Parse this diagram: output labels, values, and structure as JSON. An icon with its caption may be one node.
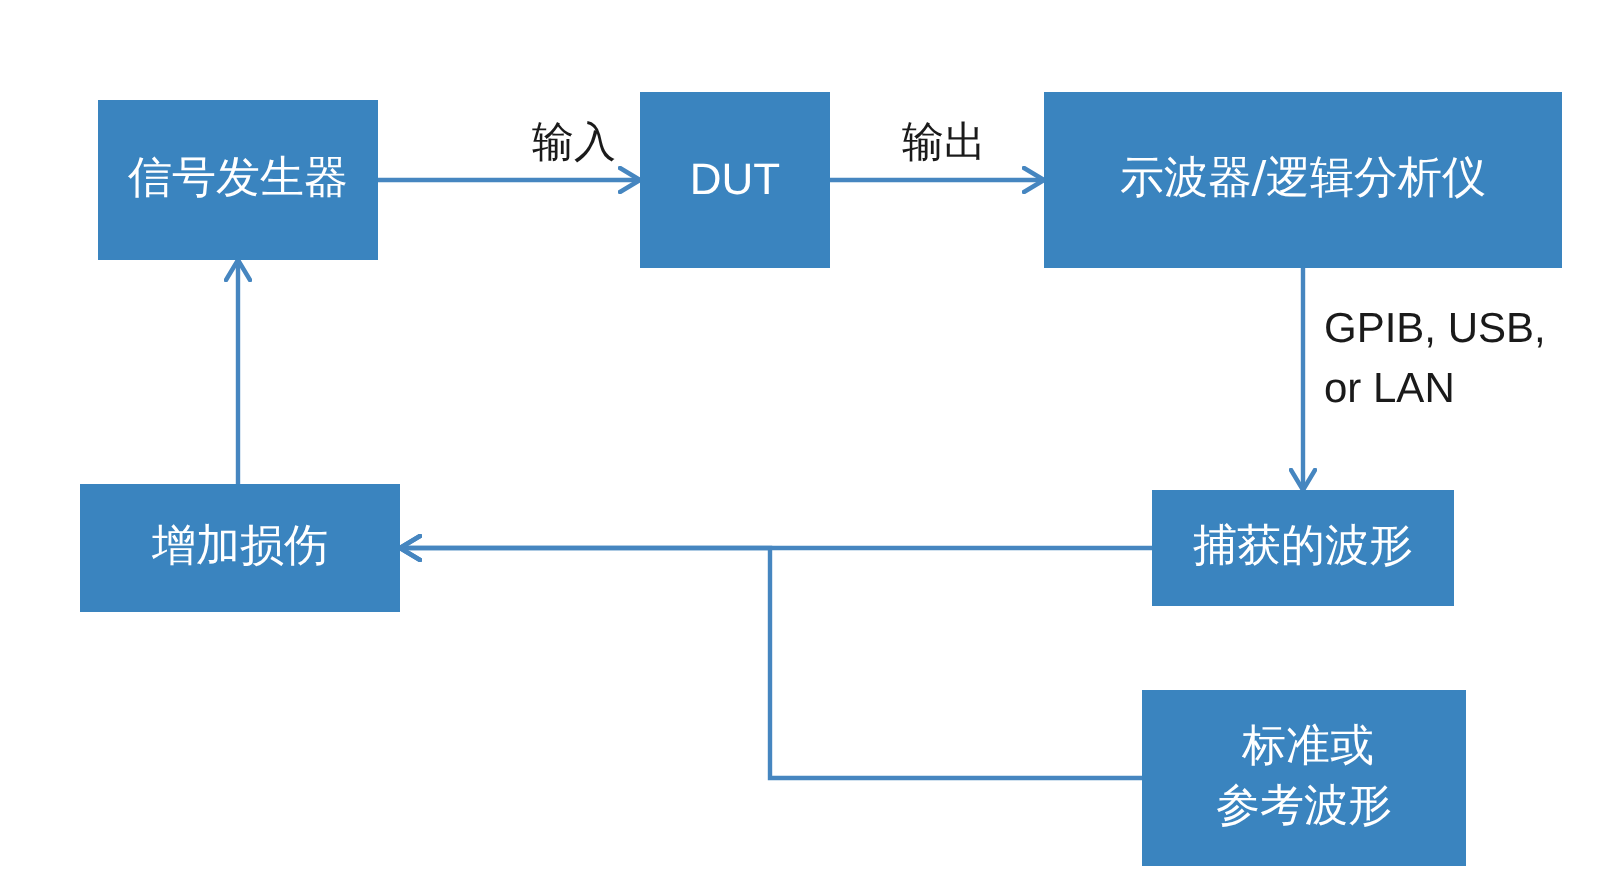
{
  "diagram": {
    "nodes": [
      {
        "text": [
          "信号发生器"
        ]
      },
      {
        "text": [
          "DUT"
        ]
      },
      {
        "text": [
          "示波器/逻辑分析仪"
        ]
      },
      {
        "text": [
          "捕获的波形"
        ]
      },
      {
        "text": [
          "增加损伤"
        ]
      },
      {
        "text": [
          "标准或参考波形"
        ]
      }
    ],
    "edges": [
      {
        "from": 0,
        "to": 1,
        "arrow": "to",
        "label": "输入"
      },
      {
        "from": 1,
        "to": 2,
        "arrow": "to",
        "label": "输出"
      },
      {
        "from": 2,
        "to": 3,
        "arrow": "to",
        "label": "GPIB, USB, or LAN"
      },
      {
        "from": 3,
        "to": 4,
        "arrow": "to"
      },
      {
        "from": 5,
        "to": 4,
        "arrow": "to"
      },
      {
        "from": 4,
        "to": 0,
        "arrow": "to"
      }
    ]
  }
}
